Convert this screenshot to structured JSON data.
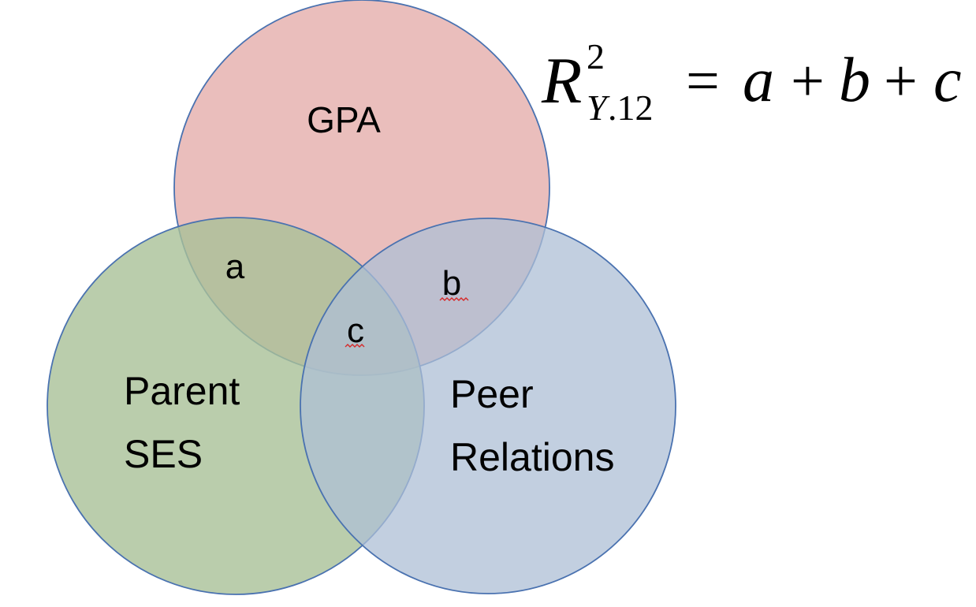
{
  "diagram": {
    "type": "venn",
    "circles": [
      {
        "id": "gpa",
        "lines": [
          "GPA"
        ],
        "fill": "#e2a5a2",
        "stroke": "#4a72b0"
      },
      {
        "id": "parent-ses",
        "lines": [
          "Parent",
          "SES"
        ],
        "fill": "#a9c097",
        "stroke": "#4a72b0"
      },
      {
        "id": "peer-relations",
        "lines": [
          "Peer",
          "Relations"
        ],
        "fill": "#aebfd6",
        "stroke": "#4a72b0"
      }
    ],
    "regions": {
      "a": "a",
      "b": "b",
      "c": "c"
    }
  },
  "equation": {
    "lhs_symbol": "R",
    "superscript": "2",
    "subscript_var": "Y",
    "subscript_num": ".12",
    "equals": "=",
    "terms": [
      "a",
      "b",
      "c"
    ],
    "operator": "+"
  }
}
